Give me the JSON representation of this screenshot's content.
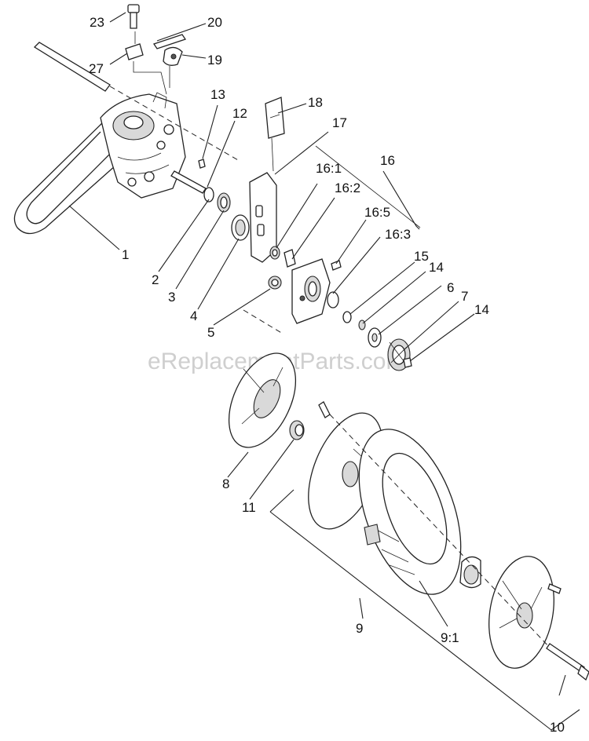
{
  "watermark": "eReplacementParts.com",
  "callouts": {
    "c1": "1",
    "c2": "2",
    "c3": "3",
    "c4": "4",
    "c5": "5",
    "c6": "6",
    "c7": "7",
    "c8": "8",
    "c9": "9",
    "c9_1": "9:1",
    "c10": "10",
    "c11": "11",
    "c12": "12",
    "c13": "13",
    "c14a": "14",
    "c14b": "14",
    "c15": "15",
    "c16": "16",
    "c16_1": "16:1",
    "c16_2": "16:2",
    "c16_3": "16:3",
    "c16_5": "16:5",
    "c17": "17",
    "c18": "18",
    "c19": "19",
    "c20": "20",
    "c23": "23",
    "c27": "27"
  }
}
